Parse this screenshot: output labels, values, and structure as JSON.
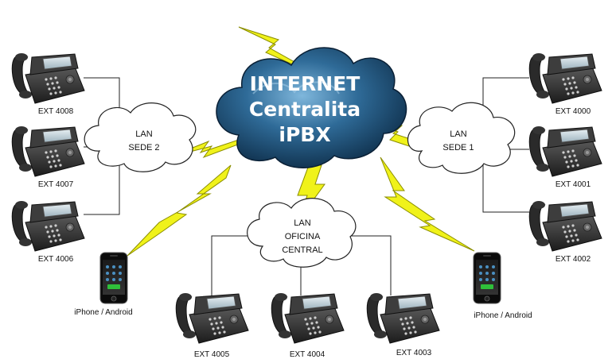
{
  "internet": {
    "line1": "INTERNET",
    "line2": "Centralita",
    "line3": "iPBX"
  },
  "clouds": {
    "sede2": {
      "line1": "LAN",
      "line2": "SEDE 2"
    },
    "sede1": {
      "line1": "LAN",
      "line2": "SEDE 1"
    },
    "central": {
      "line1": "LAN",
      "line2": "OFICINA",
      "line3": "CENTRAL"
    }
  },
  "phones": {
    "ext4008": "EXT 4008",
    "ext4007": "EXT 4007",
    "ext4006": "EXT 4006",
    "ext4000": "EXT 4000",
    "ext4001": "EXT 4001",
    "ext4002": "EXT 4002",
    "ext4005": "EXT 4005",
    "ext4004": "EXT 4004",
    "ext4003": "EXT 4003"
  },
  "mobiles": {
    "left": "iPhone / Android",
    "right": "iPhone / Android"
  },
  "colors": {
    "bolt": "#f0f21a",
    "bolt_edge": "#8a8d00",
    "internet_cloud": "#1f4f78",
    "line": "#222222"
  }
}
